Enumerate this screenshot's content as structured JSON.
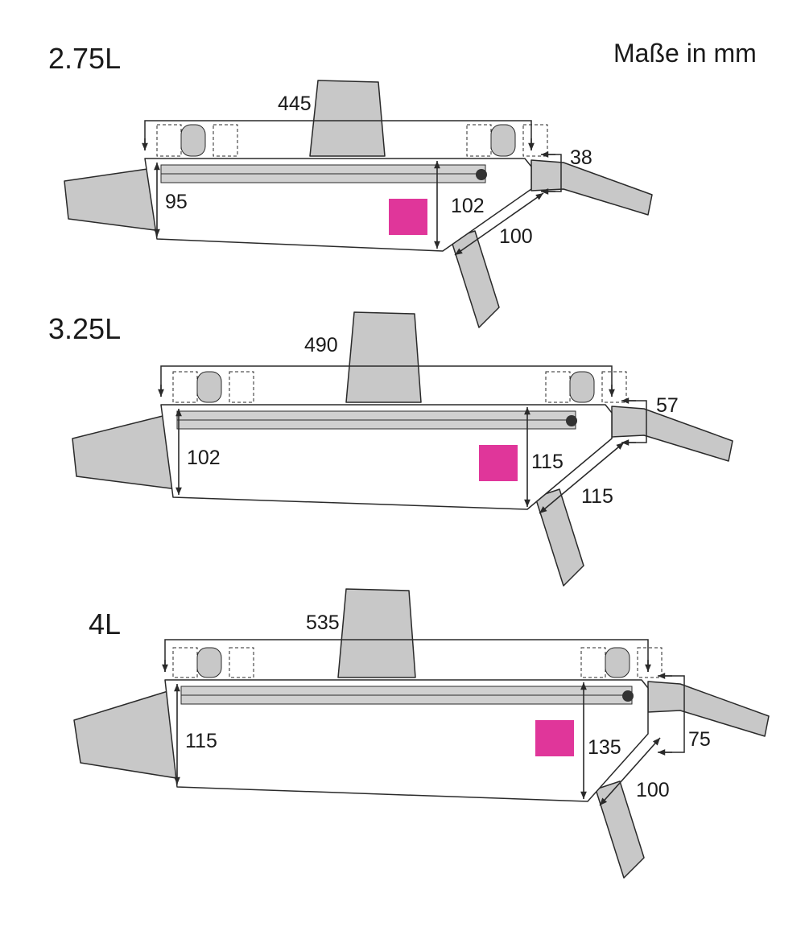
{
  "units_note": "Maße in mm",
  "colors": {
    "strap": "#c8c8c8",
    "outline": "#2a2a2a",
    "label": "#e0369a"
  },
  "bags": [
    {
      "name": "2.75L",
      "length": "445",
      "height_front": "95",
      "height_rear": "102",
      "diagonal": "100",
      "head_tube_strap": "38"
    },
    {
      "name": "3.25L",
      "length": "490",
      "height_front": "102",
      "height_rear": "115",
      "diagonal": "115",
      "head_tube_strap": "57"
    },
    {
      "name": "4L",
      "length": "535",
      "height_front": "115",
      "height_rear": "135",
      "diagonal": "100",
      "head_tube_strap": "75"
    }
  ]
}
